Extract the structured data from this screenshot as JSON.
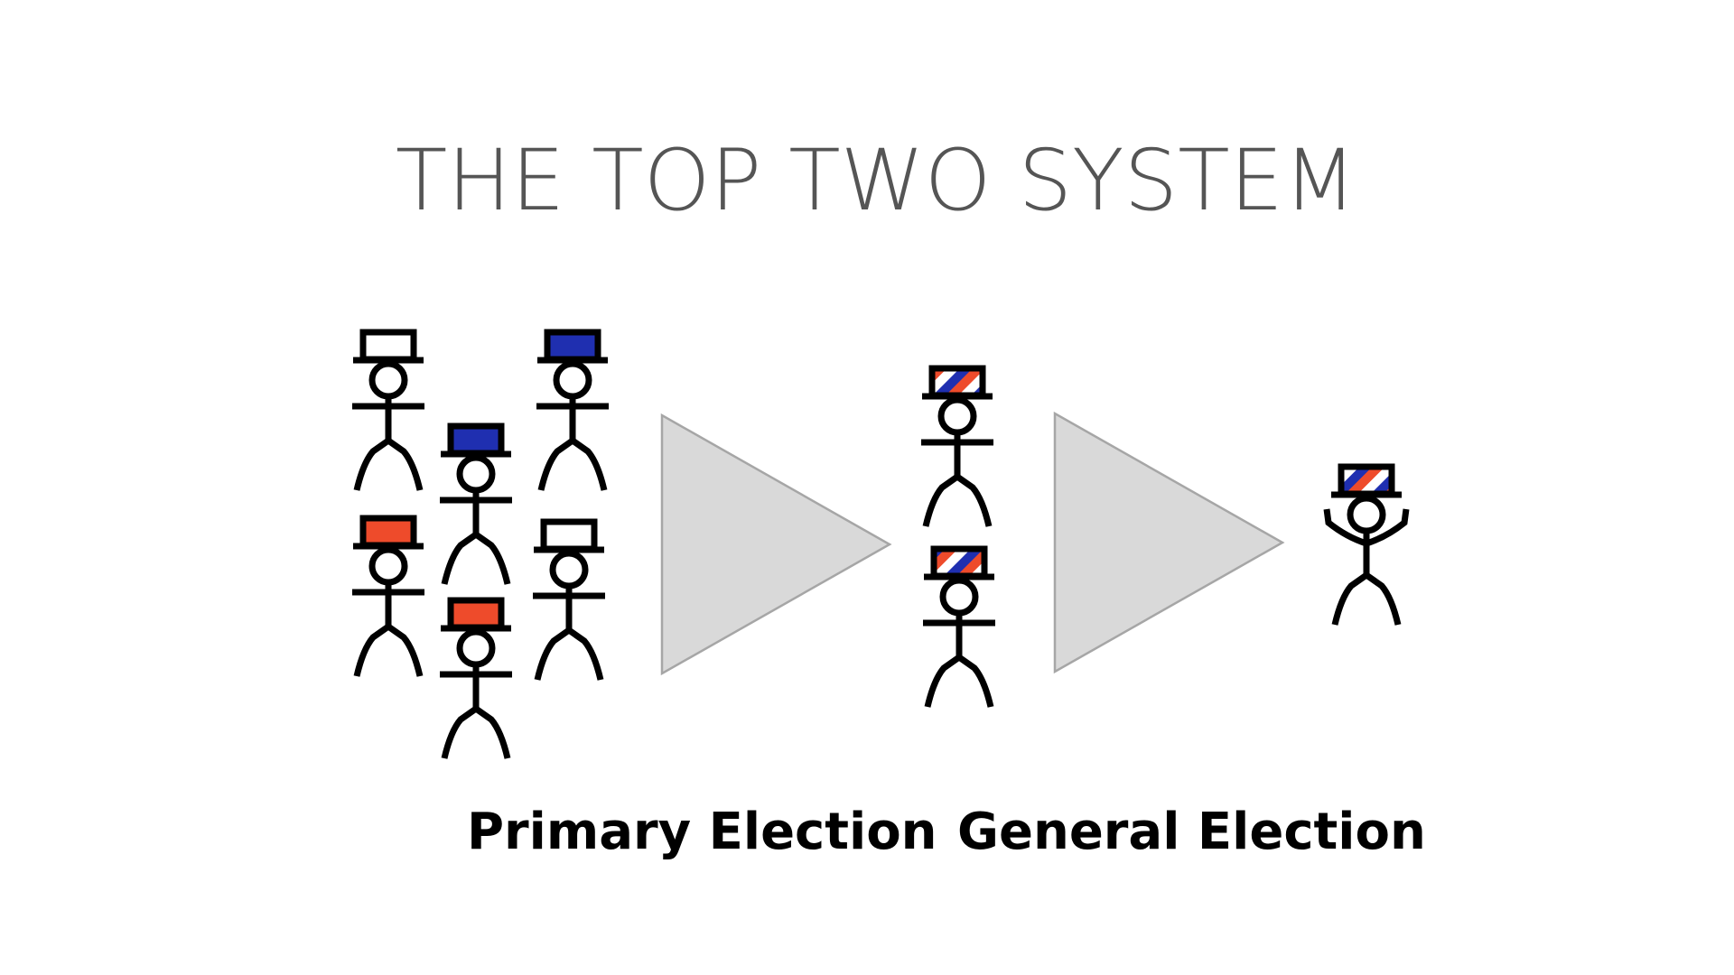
{
  "title": "THE TOP TWO SYSTEM",
  "labels": {
    "primary": "Primary Election",
    "general": "General Election"
  },
  "colors": {
    "red": "#ee4b2b",
    "blue": "#1f2fb0",
    "white": "#ffffff",
    "arrow_fill": "#d9d9d9",
    "arrow_stroke": "#a6a6a6",
    "title": "#555555"
  },
  "figures": {
    "primary_candidates": [
      {
        "hat": "white"
      },
      {
        "hat": "blue"
      },
      {
        "hat": "blue"
      },
      {
        "hat": "red"
      },
      {
        "hat": "red"
      },
      {
        "hat": "white"
      }
    ],
    "top_two": [
      {
        "hat": "striped"
      },
      {
        "hat": "striped"
      }
    ],
    "winner": {
      "hat": "striped",
      "pose": "arms-raised"
    }
  }
}
